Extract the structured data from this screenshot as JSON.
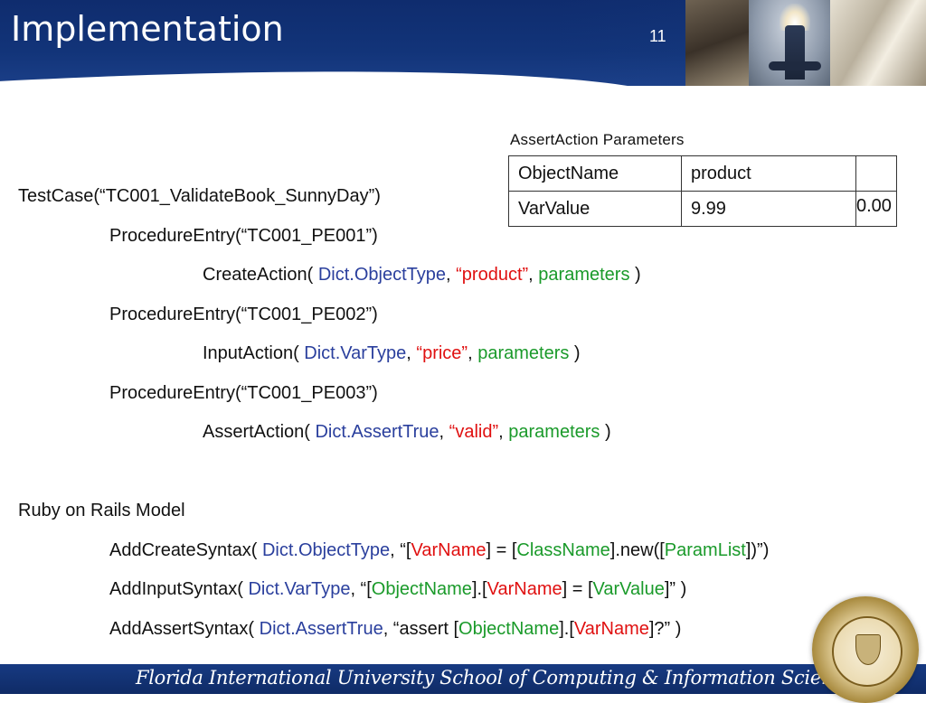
{
  "header": {
    "title": "Implementation",
    "slide_number": "11"
  },
  "table": {
    "title": "AssertAction Parameters",
    "rows": [
      {
        "c1": "ObjectName",
        "c2": "product",
        "c3": ""
      },
      {
        "c1": "VarValue",
        "c2": "9.99",
        "c3": "0.00"
      }
    ]
  },
  "code": {
    "tc": "TestCase(“TC001_ValidateBook_SunnyDay”)",
    "pe1": "ProcedureEntry(“TC001_PE001”)",
    "a1": {
      "fn": "CreateAction( ",
      "dict": "Dict.ObjectType",
      "sep1": ", ",
      "str": "“product”",
      "sep2": ", ",
      "par": "parameters",
      "end": " )"
    },
    "pe2": "ProcedureEntry(“TC001_PE002”)",
    "a2": {
      "fn": "InputAction( ",
      "dict": "Dict.VarType",
      "sep1": ", ",
      "str": "“price”",
      "sep2": ", ",
      "par": "parameters",
      "end": " )"
    },
    "pe3": "ProcedureEntry(“TC001_PE003”)",
    "a3": {
      "fn": "AssertAction( ",
      "dict": "Dict.AssertTrue",
      "sep1": ", ",
      "str": "“valid”",
      "sep2": ", ",
      "par": "parameters",
      "end": " )"
    },
    "ror": "Ruby on Rails Model",
    "s1": {
      "fn": "AddCreateSyntax( ",
      "dict": "Dict.ObjectType",
      "p1": ", “[",
      "v1": "VarName",
      "p2": "] = [",
      "v2": "ClassName",
      "p3": "].new([",
      "v3": "ParamList",
      "p4": "])”)"
    },
    "s2": {
      "fn": "AddInputSyntax( ",
      "dict": "Dict.VarType",
      "p1": ", “[",
      "v1": "ObjectName",
      "p2": "].[",
      "v2": "VarName",
      "p3": "] = [",
      "v3": "VarValue",
      "p4": "]” )"
    },
    "s3": {
      "fn": "AddAssertSyntax( ",
      "dict": "Dict.AssertTrue",
      "p1": ", “assert [",
      "v1": "ObjectName",
      "p2": "].[",
      "v2": "VarName",
      "p3": "]?” )"
    }
  },
  "footer": {
    "text": "Florida International University School of Computing & Information Sciences"
  },
  "colors": {
    "header_blue": "#123479",
    "dict_blue": "#2a3f9d",
    "string_red": "#e01010",
    "param_green": "#1a9a2a"
  }
}
